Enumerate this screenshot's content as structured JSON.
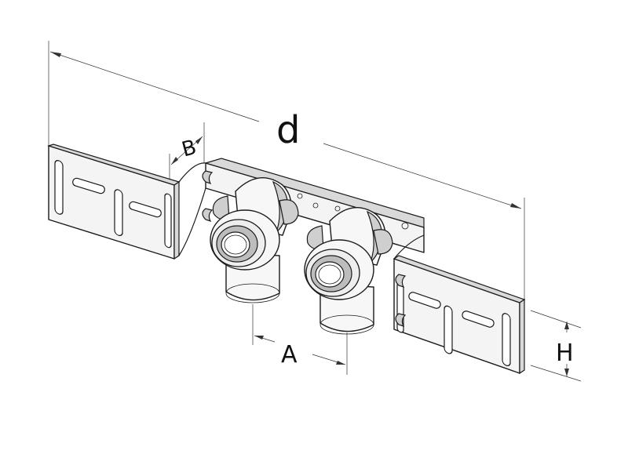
{
  "dimensions": {
    "d": "d",
    "B": "B",
    "A": "A",
    "H": "H"
  },
  "colors": {
    "line": "#1a1a1a",
    "background": "#ffffff",
    "shade": "#cfcfcf"
  }
}
